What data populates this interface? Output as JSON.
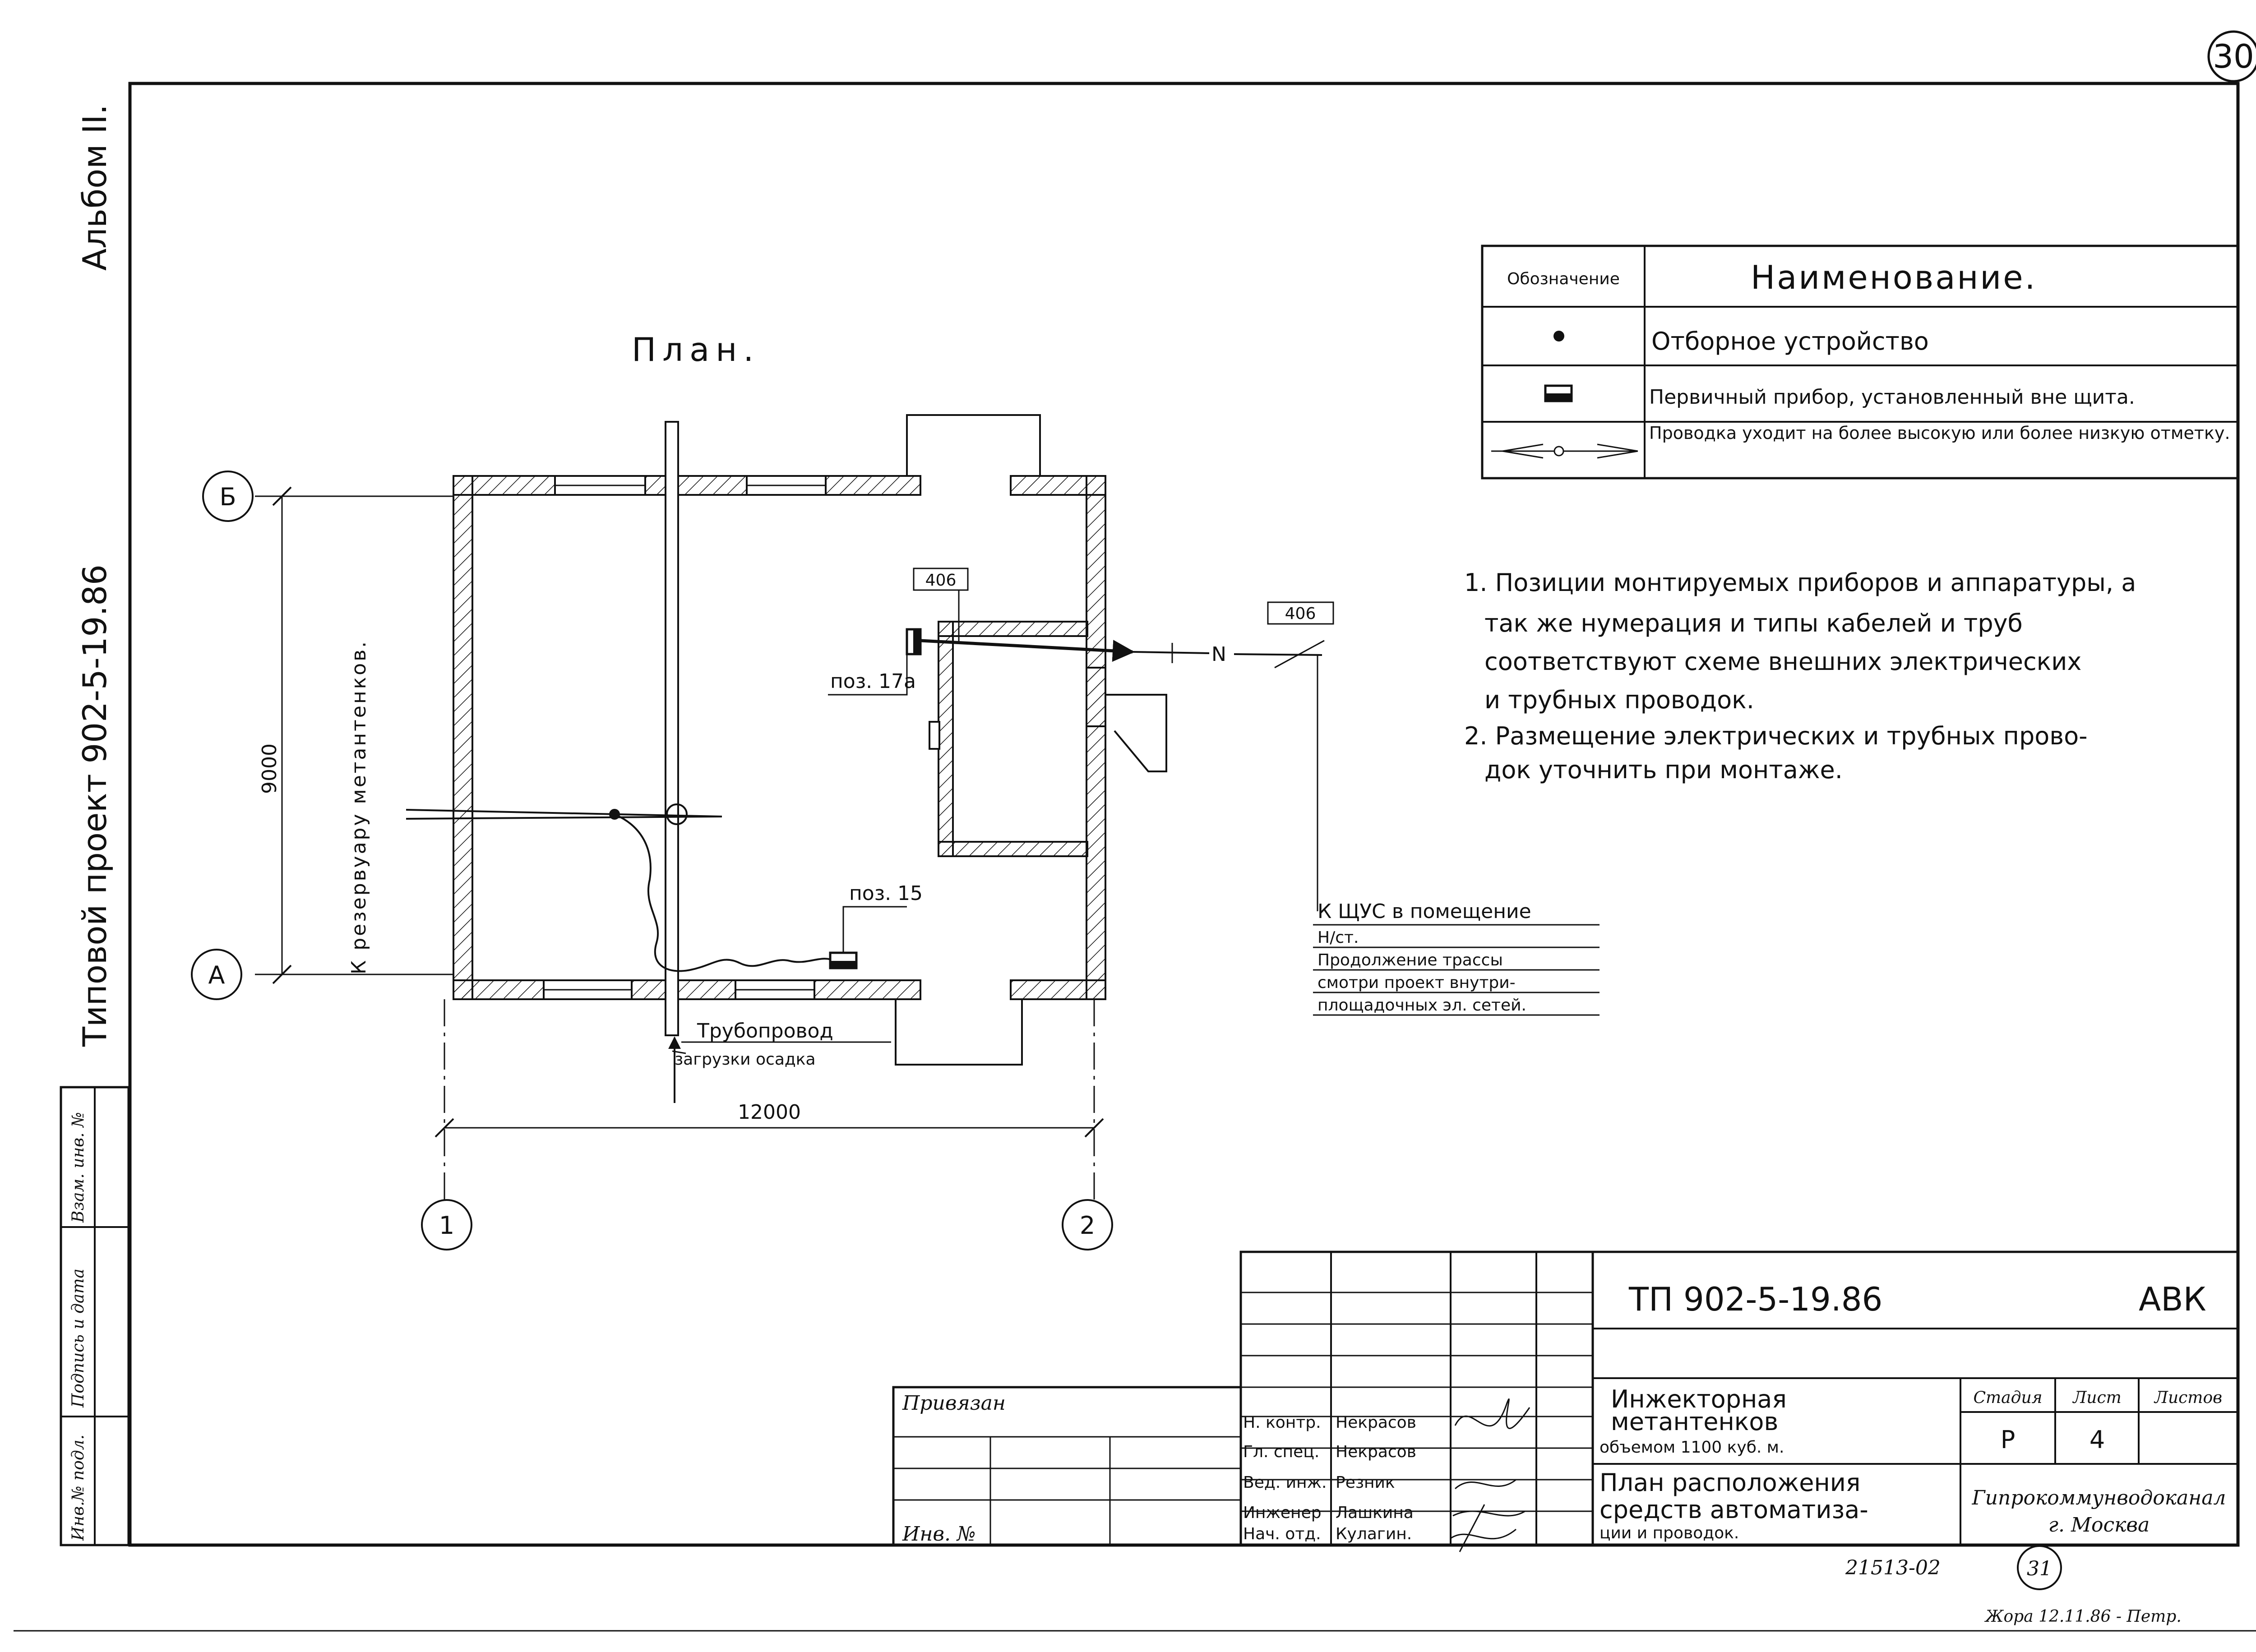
{
  "sheet": {
    "sheet_number": "30",
    "album": "Альбом II.",
    "project_code": "Типовой проект 902-5-19.86",
    "side_stamp": [
      "Инв.№ подл.",
      "Подпись и дата",
      "Взам. инв. №"
    ],
    "bottom_note": "21513-02",
    "bottom_circle": "31",
    "bottom_sign": "Жора  12.11.86 - Петр."
  },
  "plan": {
    "title": "План.",
    "axis_a": "А",
    "axis_b": "Б",
    "axis_1": "1",
    "axis_2": "2",
    "dim_horizontal": "12000",
    "dim_vertical": "9000",
    "reservoir_label": "К резервуару метантенков.",
    "pos_17a": "поз. 17а",
    "pos_15": "поз. 15",
    "tag_406a": "406",
    "tag_406b": "406",
    "letter_n": "N",
    "pipe_label_1": "Трубопровод",
    "pipe_label_2": "загрузки осадка",
    "shchus_lines": [
      "К ЩУС в помещение",
      "Н/ст.",
      "Продолжение трассы",
      "смотри проект внутри-",
      "площадочных эл. сетей."
    ]
  },
  "legend": {
    "header_code": "Обозначение",
    "header_name": "Наименование.",
    "rows": [
      {
        "icon": "dot-icon",
        "text": "Отборное устройство"
      },
      {
        "icon": "primary-instrument-icon",
        "text": "Первичный прибор, установленный вне щита."
      },
      {
        "icon": "wiring-arrow-icon",
        "text": "Проводка уходит на более высокую или более низкую отметку."
      }
    ]
  },
  "notes": [
    "1. Позиции монтируемых приборов и аппаратуры, а",
    "так же нумерация и типы кабелей и труб",
    "соответствуют схеме внешних электрических",
    "и трубных проводок.",
    "2. Размещение электрических и трубных прово-",
    "док уточнить при монтаже."
  ],
  "title_block": {
    "code": "ТП 902-5-19.86",
    "section": "АВК",
    "privyazan": "Привязан",
    "inv": "Инв. №",
    "roles": [
      "Н. контр.",
      "Гл. спец.",
      "Вед. инж.",
      "Инженер",
      "Нач. отд."
    ],
    "names": [
      "Некрасов",
      "Некрасов",
      "Резник",
      "Лашкина",
      "Кулагин."
    ],
    "object_lines": [
      "Инжекторная",
      "метантенков",
      "объемом 1100 куб. м."
    ],
    "sheet_title_lines": [
      "План расположения",
      "средств автоматиза-",
      "ции и проводок."
    ],
    "stage_header": "Стадия",
    "list_header": "Лист",
    "lists_header": "Листов",
    "stage": "Р",
    "list": "4",
    "org_lines": [
      "Гипрокоммунводоканал",
      "г. Москва"
    ]
  }
}
